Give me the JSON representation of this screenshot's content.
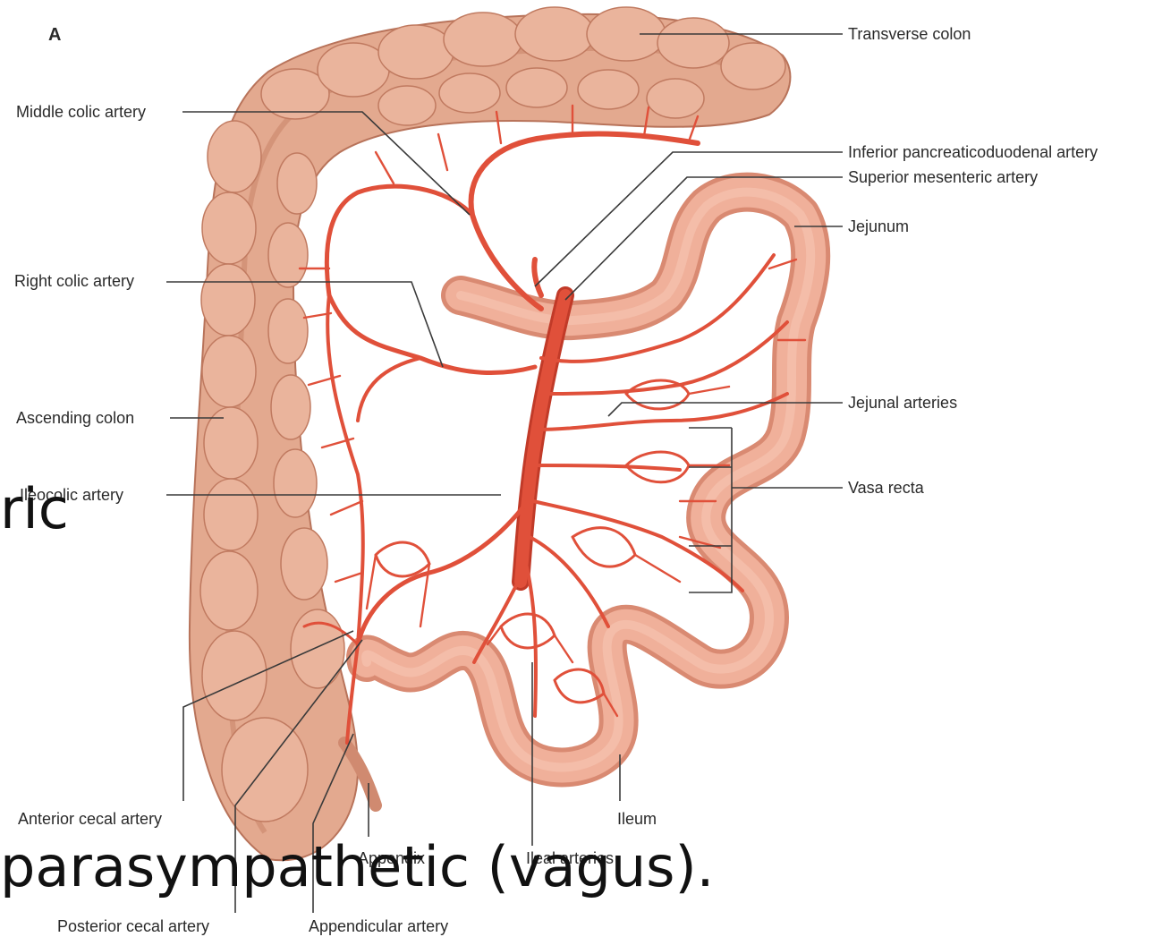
{
  "figure": {
    "panel_letter": "A",
    "labels": {
      "transverse_colon": "Transverse colon",
      "middle_colic_artery": "Middle colic artery",
      "inferior_pancreaticoduodenal_artery": "Inferior pancreaticoduodenal artery",
      "superior_mesenteric_artery": "Superior mesenteric artery",
      "jejunum": "Jejunum",
      "right_colic_artery": "Right colic artery",
      "ascending_colon": "Ascending colon",
      "jejunal_arteries": "Jejunal arteries",
      "vasa_recta": "Vasa recta",
      "ileocolic_artery": "Ileocolic artery",
      "anterior_cecal_artery": "Anterior cecal artery",
      "ileum": "Ileum",
      "appendix": "Appendix",
      "ileal_arteries": "Ileal arteries",
      "posterior_cecal_artery": "Posterior cecal artery",
      "appendicular_artery": "Appendicular artery"
    }
  },
  "slide_overlay": {
    "text_fragment_1": "ric",
    "text_fragment_2": "parasympathetic (vagus)."
  },
  "colors": {
    "colon_fill": "#e3a98f",
    "colon_shade": "#c98468",
    "intestine_fill": "#f0b09a",
    "intestine_shade": "#d98a72",
    "artery": "#e0503a",
    "artery_dark": "#c13a28",
    "label_text": "#2a2a2a",
    "leader_line": "#3a3a3a"
  }
}
